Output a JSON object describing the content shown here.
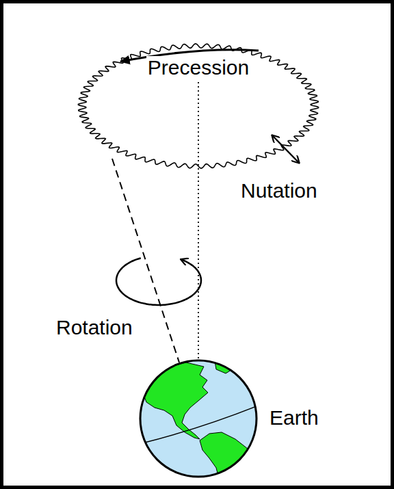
{
  "diagram": {
    "labels": [
      "Precession",
      "Nutation",
      "Rotation",
      "Earth"
    ]
  }
}
